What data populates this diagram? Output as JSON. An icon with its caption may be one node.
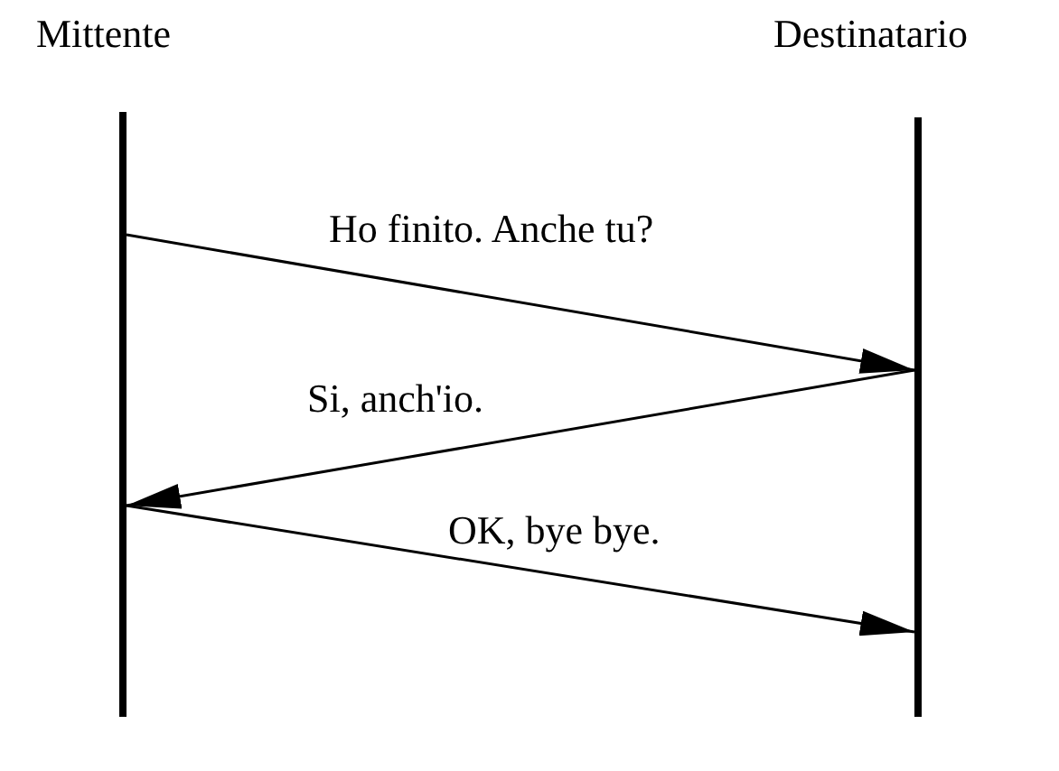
{
  "diagram": {
    "nodes": [
      {
        "text": [
          "Mittente"
        ]
      },
      {
        "text": [
          "Destinatario"
        ]
      }
    ],
    "edges": [
      {
        "from": 0,
        "to": 1,
        "arrow": "to",
        "label": "Ho finito. Anche tu?"
      },
      {
        "from": 1,
        "to": 0,
        "arrow": "to",
        "label": "Si, anch'io."
      },
      {
        "from": 0,
        "to": 1,
        "arrow": "to",
        "label": "OK, bye bye."
      }
    ]
  }
}
